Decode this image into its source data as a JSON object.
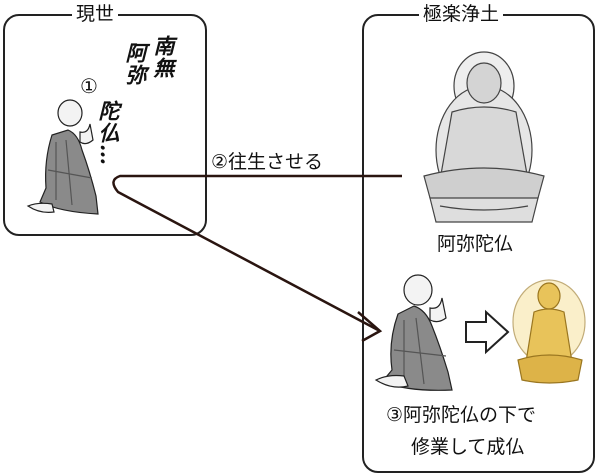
{
  "present_world": {
    "title": "現世",
    "marker": "①",
    "nembutsu_col1": "南無",
    "nembutsu_col2": "阿弥",
    "nembutsu_col3": "陀仏…"
  },
  "pure_land": {
    "title": "極楽浄土",
    "buddha_label": "阿弥陀仏",
    "outcome_line1": "③阿弥陀仏の下で",
    "outcome_line2": "修業して成仏"
  },
  "arrow_label": "②往生させる",
  "colors": {
    "line": "#2a1510",
    "robe": "#8a8a8a",
    "gold": "#e8c35a",
    "statue": "#d8d8d8"
  }
}
